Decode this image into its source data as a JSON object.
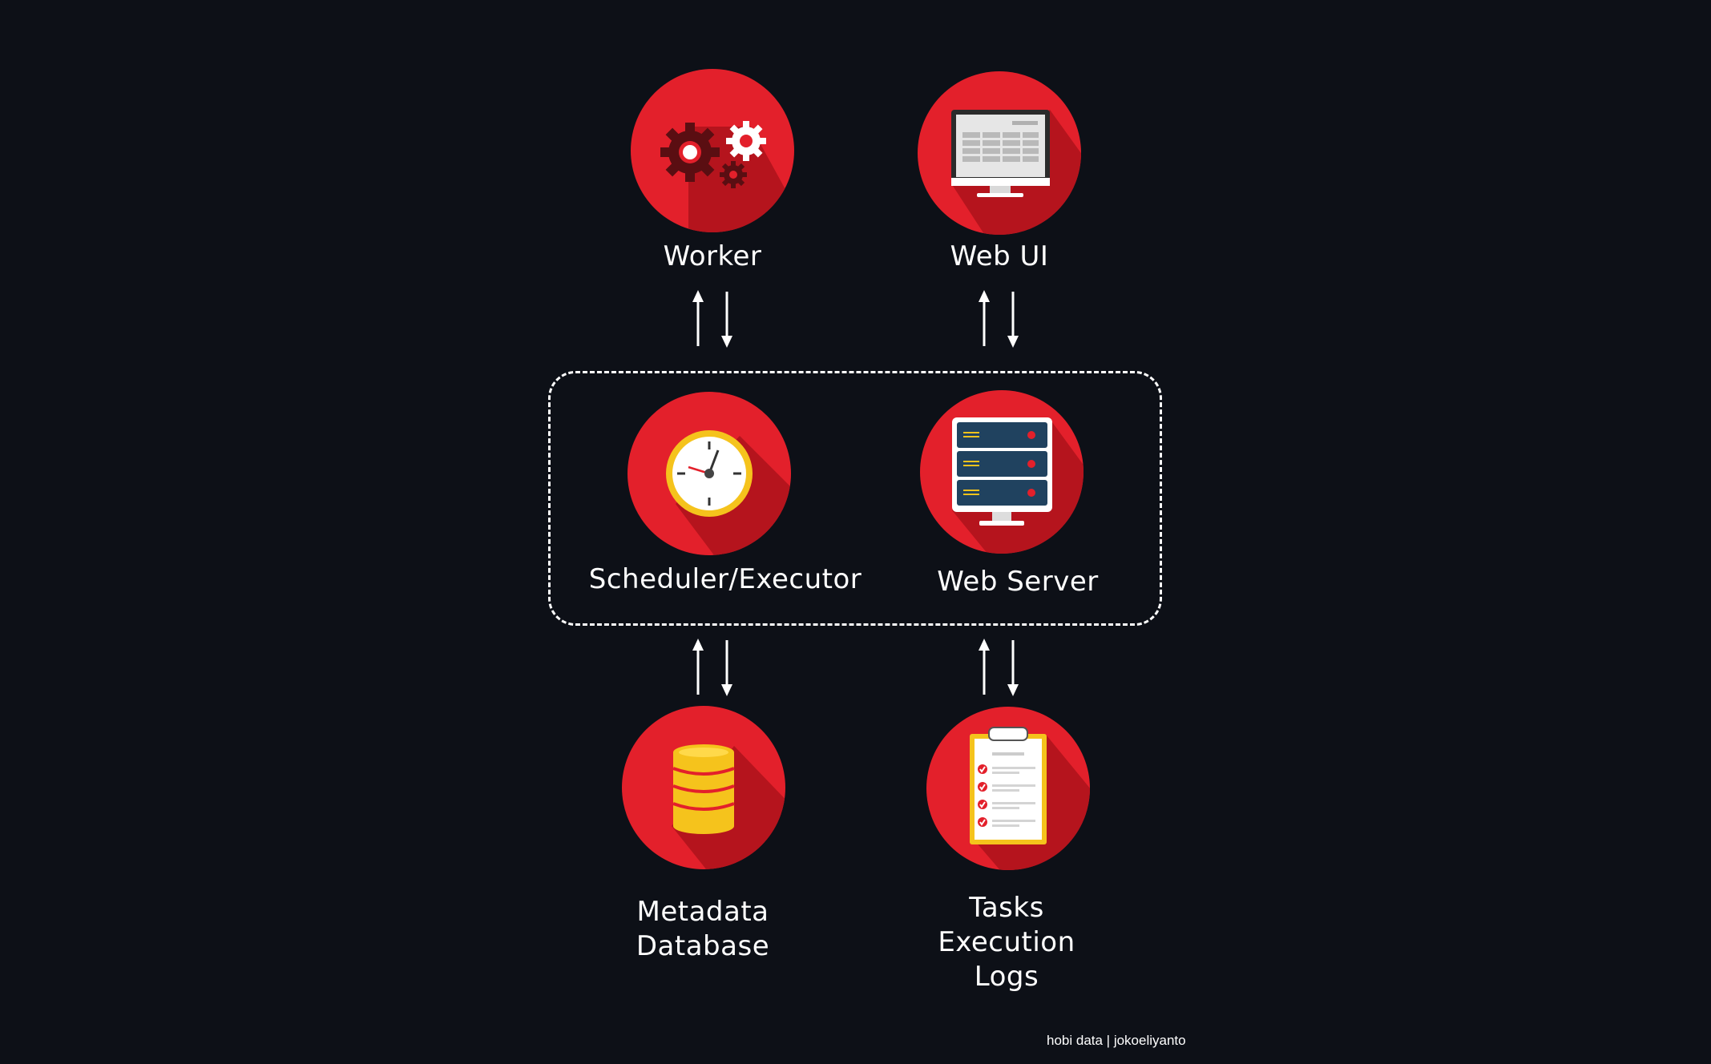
{
  "nodes": {
    "worker": {
      "label_lines": [
        "Worker"
      ],
      "icon": "gears-icon"
    },
    "web_ui": {
      "label_lines": [
        "Web UI"
      ],
      "icon": "monitor-icon"
    },
    "scheduler": {
      "label_lines": [
        "Scheduler/Executor"
      ],
      "icon": "clock-icon"
    },
    "web_server": {
      "label_lines": [
        "Web Server"
      ],
      "icon": "server-icon"
    },
    "metadata_db": {
      "label_lines": [
        "Metadata",
        "Database"
      ],
      "icon": "database-icon"
    },
    "task_logs": {
      "label_lines": [
        "Tasks",
        "Execution",
        "Logs"
      ],
      "icon": "clipboard-checklist-icon"
    }
  },
  "connections": [
    {
      "from": "worker",
      "to": "scheduler",
      "direction": "bidirectional"
    },
    {
      "from": "web_ui",
      "to": "web_server",
      "direction": "bidirectional"
    },
    {
      "from": "scheduler",
      "to": "metadata_db",
      "direction": "bidirectional"
    },
    {
      "from": "web_server",
      "to": "task_logs",
      "direction": "bidirectional"
    }
  ],
  "group": {
    "members": [
      "scheduler",
      "web_server"
    ],
    "style": "dashed"
  },
  "credit": "hobi data | jokoeliyanto",
  "colors": {
    "background": "#0d1017",
    "circle": "#e3202b",
    "circle_shadow": "#b5141d",
    "accent_yellow": "#f5c31c",
    "server_panel": "#20425f",
    "text": "#ffffff"
  }
}
